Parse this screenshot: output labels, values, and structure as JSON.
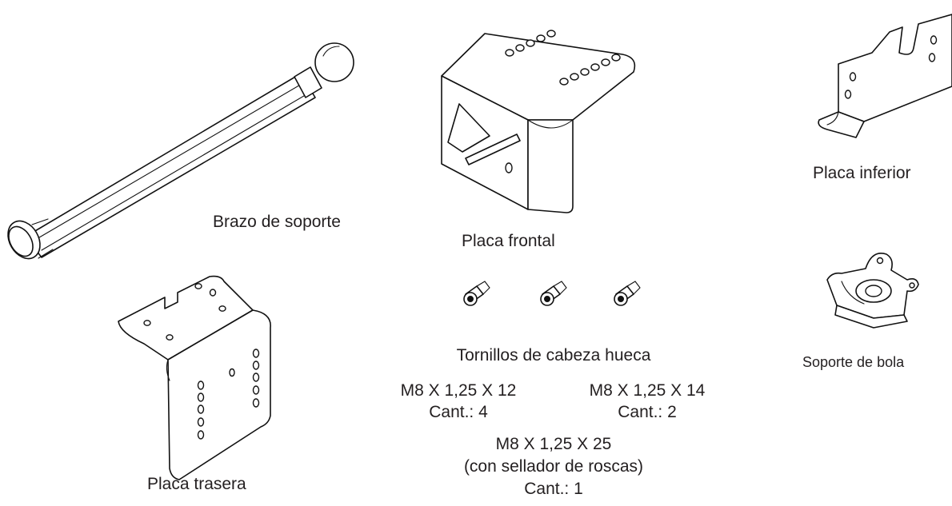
{
  "labels": {
    "support_arm": "Brazo de soporte",
    "front_plate": "Placa frontal",
    "bottom_plate": "Placa inferior",
    "rear_plate": "Placa trasera",
    "ball_mount": "Soporte de bola"
  },
  "screws": {
    "title": "Tornillos de cabeza hueca",
    "items": [
      {
        "spec": "M8 X 1,25 X 12",
        "qty": "Cant.: 4"
      },
      {
        "spec": "M8 X 1,25 X 14",
        "qty": "Cant.: 2"
      },
      {
        "spec": "M8 X 1,25 X 25",
        "note": "(con sellador de roscas)",
        "qty": "Cant.: 1"
      }
    ]
  }
}
